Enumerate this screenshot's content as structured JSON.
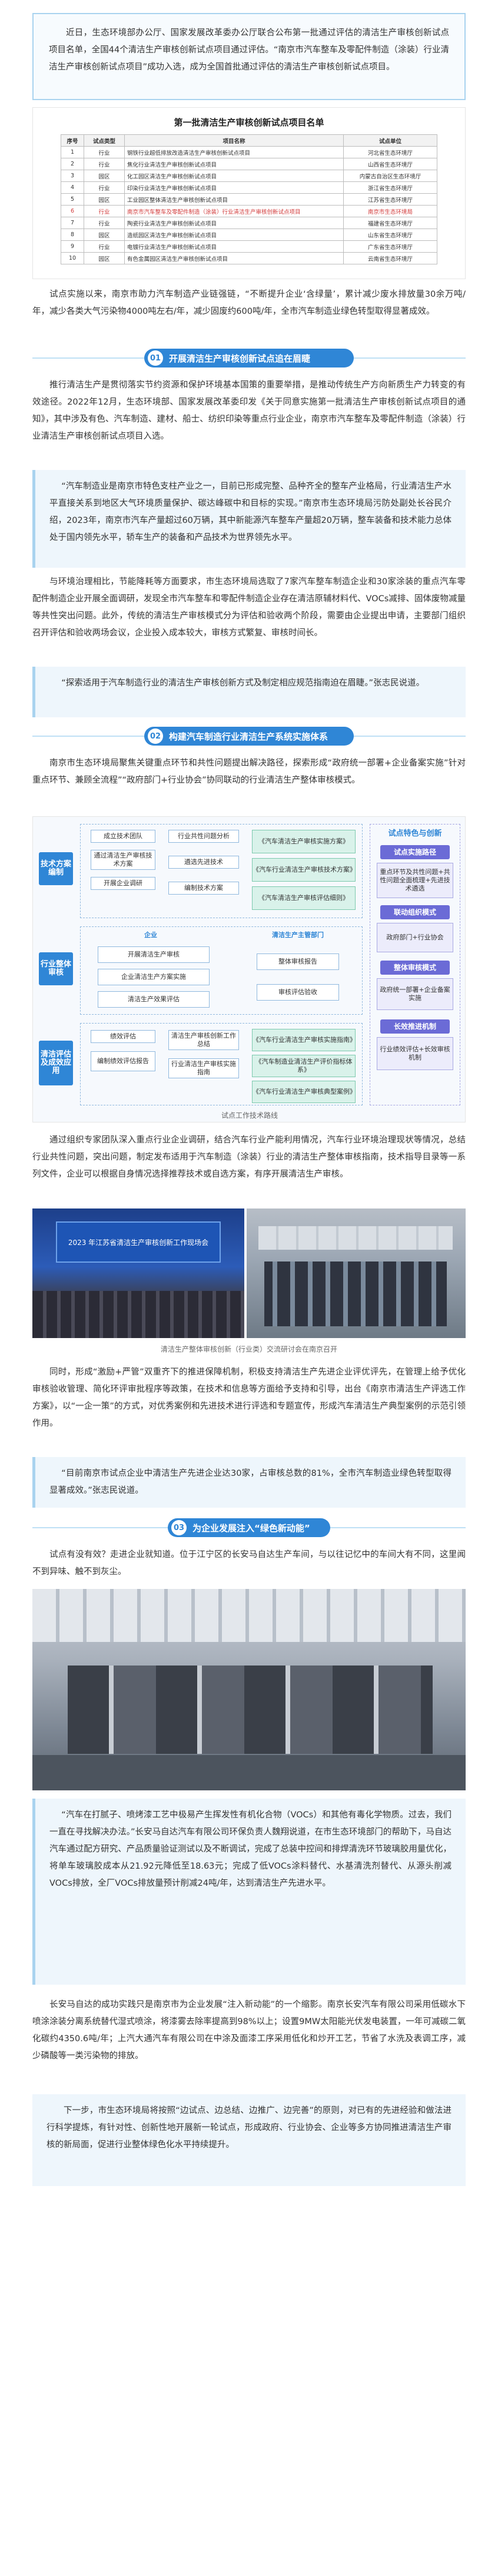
{
  "intro": {
    "text": "近日，生态环境部办公厅、国家发展改革委办公厅联合公布第一批通过评估的清洁生产审核创新试点项目名单，全国44个清洁生产审核创新试点项目通过评估。“南京市汽车整车及零配件制造（涂装）行业清洁生产审核创新试点项目”成功入选，成为全国首批通过评估的清洁生产审核创新试点项目。"
  },
  "table_image": {
    "title": "第一批清洁生产审核创新试点项目名单",
    "headers": [
      "序号",
      "试点类型",
      "项目名称",
      "试点单位"
    ],
    "rows": [
      [
        "1",
        "行业",
        "钢铁行业超低排放改造清洁生产审核创新试点项目",
        "河北省生态环境厅"
      ],
      [
        "2",
        "行业",
        "焦化行业清洁生产审核创新试点项目",
        "山西省生态环境厅"
      ],
      [
        "3",
        "园区",
        "化工园区清洁生产审核创新试点项目",
        "内蒙古自治区生态环境厅"
      ],
      [
        "4",
        "行业",
        "印染行业清洁生产审核创新试点项目",
        "浙江省生态环境厅"
      ],
      [
        "5",
        "园区",
        "工业园区整体清洁生产审核创新试点项目",
        "江苏省生态环境厅"
      ],
      [
        "6",
        "行业",
        "南京市汽车整车及零配件制造（涂装）行业清洁生产审核创新试点项目",
        "南京市生态环境局"
      ],
      [
        "7",
        "行业",
        "陶瓷行业清洁生产审核创新试点项目",
        "福建省生态环境厅"
      ],
      [
        "8",
        "园区",
        "造纸园区清洁生产审核创新试点项目",
        "山东省生态环境厅"
      ],
      [
        "9",
        "行业",
        "电镀行业清洁生产审核创新试点项目",
        "广东省生态环境厅"
      ],
      [
        "10",
        "园区",
        "有色金属园区清洁生产审核创新试点项目",
        "云南省生态环境厅"
      ]
    ],
    "highlight_row": 6
  },
  "p1": "试点实施以来，南京市助力汽车制造产业链强链，“不断提升企业‘含绿量’，累计减少废水排放量30余万吨/年，减少各类大气污染物4000吨左右/年，减少固废约600吨/年，全市汽车制造业绿色转型取得显著成效。",
  "sec1": {
    "num": "01",
    "title": "开展清洁生产审核创新试点追在眉睫"
  },
  "p2": "推行清洁生产是贯彻落实节约资源和保护环境基本国策的重要举措，是推动传统生产方向新质生产力转变的有效途径。2022年12月，生态环境部、国家发展改革委印发《关于同意实施第一批清洁生产审核创新试点项目的通知》，其中涉及有色、汽车制造、建材、船士、纺织印染等重点行业企业，南京市汽车整车及零配件制造（涂装）行业清洁生产审核创新试点项目入选。",
  "quote1": "“汽车制造业是南京市特色支柱产业之一，目前已形成完整、品种齐全的整车产业格局，行业清洁生产水平直接关系到地区大气环境质量保护、碳达峰碳中和目标的实现。”南京市生态环境局污防处副处长谷民介绍，2023年，南京市汽车产量超过60万辆，其中新能源汽车整车产量超20万辆，整车装备和技术能力总体处于国内领先水平，轿车生产的装备和产品技术为世界领先水平。",
  "p3": "与环境治理相比，节能降耗等方面要求，市生态环境局选取了7家汽车整车制造企业和30家涂装的重点汽车零配件制造企业开展全面调研，发现全市汽车整车和零配件制造企业存在清洁原辅材料代、VOCs减排、固体废物减量等共性突出问题。此外，传统的清洁生产审核模式分为评估和验收两个阶段，需要由企业提出申请，主要部门组织召开评估和验收两场会议，企业投入成本较大，审核方式繁复、审核时间长。",
  "quote2": "“探索适用于汽车制造行业的清洁生产审核创新方式及制定相应规范指南迫在眉睫。”张志民说道。",
  "sec2": {
    "num": "02",
    "title": "构建汽车制造行业清洁生产系统实施体系"
  },
  "p4": "南京市生态环境局聚焦关键重点环节和共性问题提出解决路径，探索形成“政府统一部署+企业备案实施”针对重点环节、兼顾全流程”“政府部门+行业协会”协同联动的行业清洁生产整体审核模式。",
  "diagram": {
    "left_tags": [
      "技术方案编制",
      "行业整体审核",
      "清洁评估及成效应用"
    ],
    "right_tags": [
      "试点特色与创新",
      "试点实施路径",
      "联动组织模式",
      "整体审核模式",
      "长效推进机制"
    ],
    "right_texts": [
      "重点环节及共性问题+共性问题全面梳理+先进技术遴选",
      "政府部门+行业协会",
      "政府统一部署+企业备案实施",
      "行业绩效评估+长效审核机制"
    ],
    "tech_boxes": [
      "成立技术团队",
      "通过清洁生产审核技术方案",
      "开展企业调研",
      "行业共性问题分析",
      "遴选先进技术",
      "编制技术方案"
    ],
    "tech_right": [
      "《汽车清洁生产审核实施方案》",
      "《汽车行业清洁生产审核技术方案》",
      "《汽车清洁生产审核评估细则》"
    ],
    "mid_title": "企业",
    "mid_right_title": "清洁生产主管部门",
    "mid_boxes": [
      "开展清洁生产审核",
      "企业清洁生产方案实施",
      "清洁生产效果评估"
    ],
    "mid_right_boxes": [
      "整体审核报告",
      "审核评估验收"
    ],
    "eval_boxes": [
      "绩效评估",
      "编制绩效评估报告",
      "清洁生产审核创新工作总结",
      "行业清洁生产审核实施指南"
    ],
    "eval_right": [
      "《汽车行业清洁生产审核实施指南》",
      "《汽车制造业清洁生产评价指标体系》",
      "《汽车行业清洁生产审核典型案例》"
    ],
    "caption": "试点工作技术路线"
  },
  "p5": "通过组织专家团队深入重点行业企业调研，结合汽车行业产能利用情况，汽车行业环境治理现状等情况，总结行业共性问题，突出问题，制定发布适用于汽车制造（涂装）行业的清洁生产整体审核指南，技术指导目录等一系列文件，企业可以根据自身情况选择推荐技术或自选方案，有序开展清洁生产审核。",
  "photo1": {
    "screen_text": "2023 年江苏省清洁生产审核创新工作现场会",
    "caption": "清洁生产整体审核创新（行业类）交流研讨会在南京召开"
  },
  "p6": "同时，形成“激励+严管”双重齐下的推进保障机制，积极支持清洁生产先进企业评优评先，在管理上给予优化审核验收管理、简化环评审批程序等政策，在技术和信息等方面给予支持和引导，出台《南京市清洁生产评选工作方案》，以“一企一策”的方式，对优秀案例和先进技术进行评选和专题宣传，形成汽车清洁生产典型案例的示范引领作用。",
  "quote3": "“目前南京市试点企业中清洁生产先进企业达30家，占审核总数的81%，全市汽车制造业绿色转型取得显著成效。”张志民说道。",
  "sec3": {
    "num": "03",
    "title": "为企业发展注入“绿色新动能”"
  },
  "p7": "试点有没有效？走进企业就知道。位于江宁区的长安马自达生产车间，与以往记忆中的车间大有不同，这里闻不到异味、触不到灰尘。",
  "quote4": "“汽车在打腻子、喷烤漆工艺中极易产生挥发性有机化合物（VOCs）和其他有毒化学物质。过去，我们一直在寻找解决办法。”长安马自达汽车有限公司环保负责人魏翔说道，在市生态环境部门的帮助下，马自达汽车通过配方研究、产品质量验证测试以及不断调试，完成了总装中控间和排焊清洗环节玻璃胶用量优化，将单车玻璃胶成本从21.92元降低至18.63元；完成了低VOCs涂料替代、水基清洗剂替代、从源头削减VOCs排放，全厂VOCs排放量预计削减24吨/年，达到清洁生产先进水平。",
  "p8": "长安马自达的成功实践只是南京市为企业发展“注入新动能”的一个缩影。南京长安汽车有限公司采用低碳水下喷涂涂装分离系统替代湿式喷涂，将漆雾去除率提高到98%以上；设置9MW太阳能光伏发电装置，一年可减碳二氧化碳约4350.6吨/年；上汽大通汽车有限公司在中涂及面漆工序采用低化和炒开工艺，节省了水洗及表调工序，减少磷酸等一类污染物的排放。",
  "p9": "下一步，市生态环境局将按照“边试点、边总结、边推广、边完善”的原则，对已有的先进经验和做法进行科学提炼，有针对性、创新性地开展新一轮试点，形成政府、行业协会、企业等多方协同推进清洁生产审核的新局面，促进行业整体绿色化水平持续提升。"
}
